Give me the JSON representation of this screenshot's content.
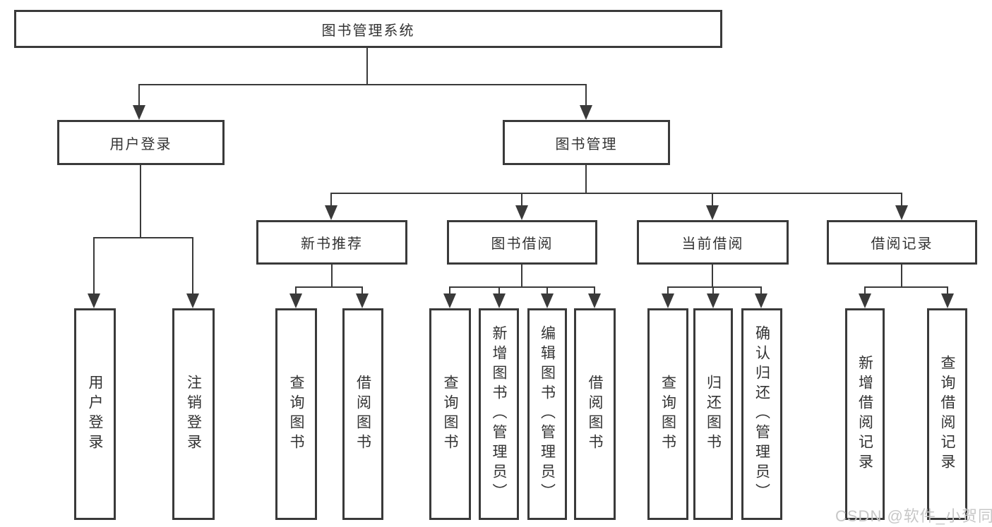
{
  "diagram": {
    "title": "图书管理系统",
    "colors": {
      "line": "#3a3a3a",
      "box_border": "#3a3a3a",
      "box_fill": "#ffffff",
      "text": "#333333",
      "watermark": "#c7c7c7"
    },
    "nodes": {
      "root": "图书管理系统",
      "user_login": "用户登录",
      "book_mgmt": "图书管理",
      "l3": [
        "新书推荐",
        "图书借阅",
        "当前借阅",
        "借阅记录"
      ],
      "g1": [
        "用户登录",
        "注销登录"
      ],
      "g2": [
        "查询图书",
        "借阅图书"
      ],
      "g3": [
        "查询图书",
        "新增图书（管理员）",
        "编辑图书（管理员）",
        "借阅图书"
      ],
      "g4": [
        "查询图书",
        "归还图书",
        "确认归还（管理员）"
      ],
      "g5": [
        "新增借阅记录",
        "查询借阅记录"
      ]
    },
    "watermark": "CSDN @软件_小贺同学"
  }
}
